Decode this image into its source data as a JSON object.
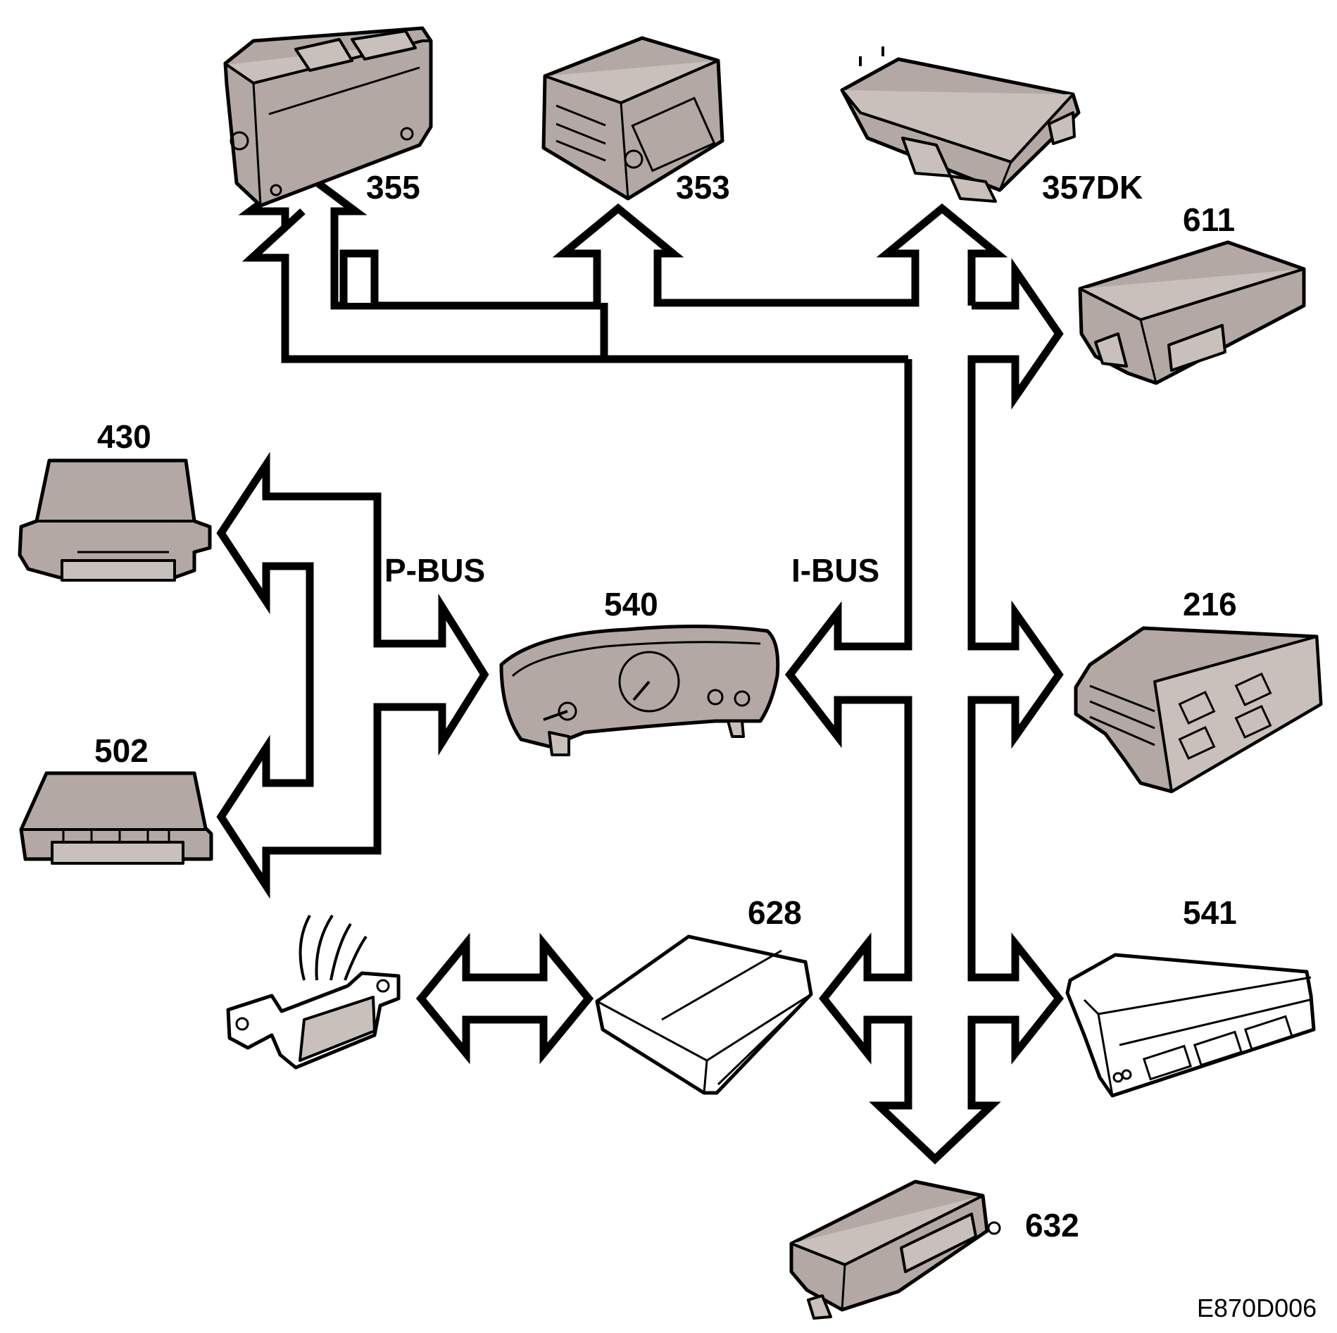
{
  "buses": {
    "p_bus": "P-BUS",
    "i_bus": "I-BUS"
  },
  "modules": {
    "m355": "355",
    "m353": "353",
    "m357dk": "357DK",
    "m611": "611",
    "m430": "430",
    "m502": "502",
    "m540": "540",
    "m216": "216",
    "m628": "628",
    "m541": "541",
    "m632": "632"
  },
  "figure_code": "E870D006",
  "colors": {
    "module_fill": "#b3a8a4",
    "outline": "#000000",
    "background": "#ffffff"
  }
}
